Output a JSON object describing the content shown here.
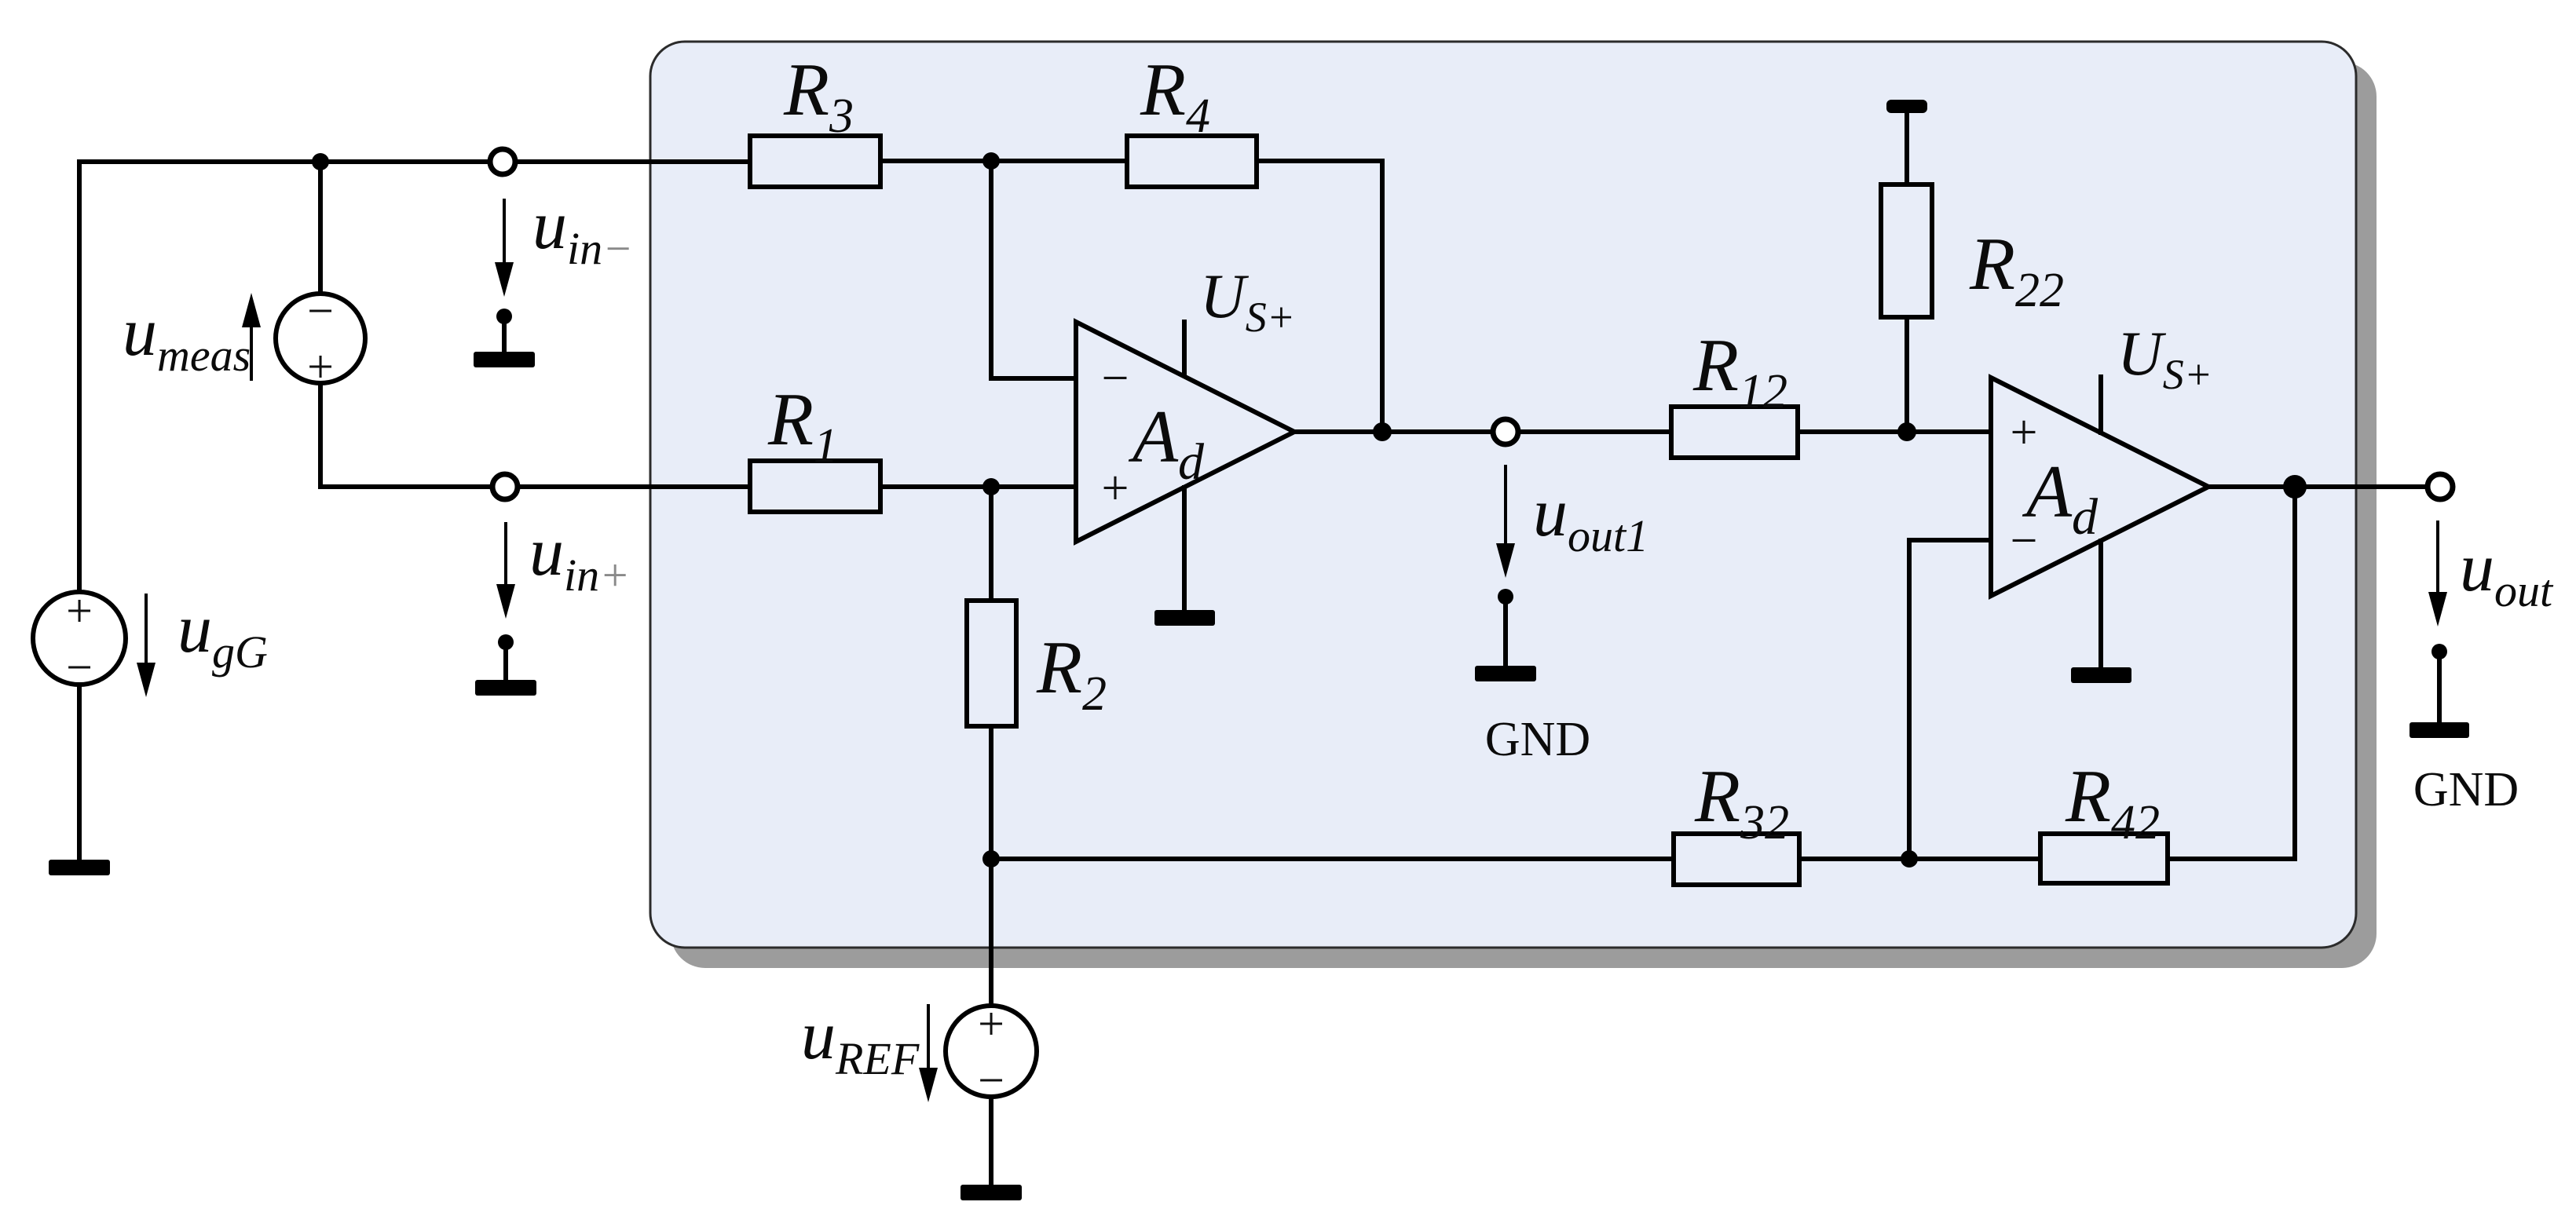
{
  "colors": {
    "background": "#ffffff",
    "wire": "#000000",
    "ic_fill": "#e8edf8",
    "ic_border": "#2b2b2b",
    "ic_shadow": "#9c9c9c",
    "faint_sign": "#8a8a8a"
  },
  "labels": {
    "u_meas": {
      "base": "u",
      "sub": "meas"
    },
    "u_gg": {
      "base": "u",
      "sub": "gG"
    },
    "u_ref": {
      "base": "u",
      "sub": "REF"
    },
    "u_in_minus": {
      "base": "u",
      "sub": "in",
      "sign": "−"
    },
    "u_in_plus": {
      "base": "u",
      "sub": "in",
      "sign": "+"
    },
    "u_out1": {
      "base": "u",
      "sub": "out1"
    },
    "u_out": {
      "base": "u",
      "sub": "out"
    },
    "r1": {
      "base": "R",
      "sub": "1"
    },
    "r2": {
      "base": "R",
      "sub": "2"
    },
    "r3": {
      "base": "R",
      "sub": "3"
    },
    "r4": {
      "base": "R",
      "sub": "4"
    },
    "r12": {
      "base": "R",
      "sub": "12"
    },
    "r22": {
      "base": "R",
      "sub": "22"
    },
    "r32": {
      "base": "R",
      "sub": "32"
    },
    "r42": {
      "base": "R",
      "sub": "42"
    },
    "gnd_mid": "GND",
    "gnd_right": "GND"
  },
  "opamp1": {
    "gain_base": "A",
    "gain_sub": "d",
    "supply_base": "U",
    "supply_sub": "S+",
    "input_top_sign": "−",
    "input_bottom_sign": "+"
  },
  "opamp2": {
    "gain_base": "A",
    "gain_sub": "d",
    "supply_base": "U",
    "supply_sub": "S+",
    "input_top_sign": "+",
    "input_bottom_sign": "−"
  },
  "sources": {
    "u_meas": {
      "top_sign": "−",
      "bottom_sign": "+"
    },
    "u_gg": {
      "top_sign": "+",
      "bottom_sign": "−"
    },
    "u_ref": {
      "top_sign": "+",
      "bottom_sign": "−"
    }
  }
}
